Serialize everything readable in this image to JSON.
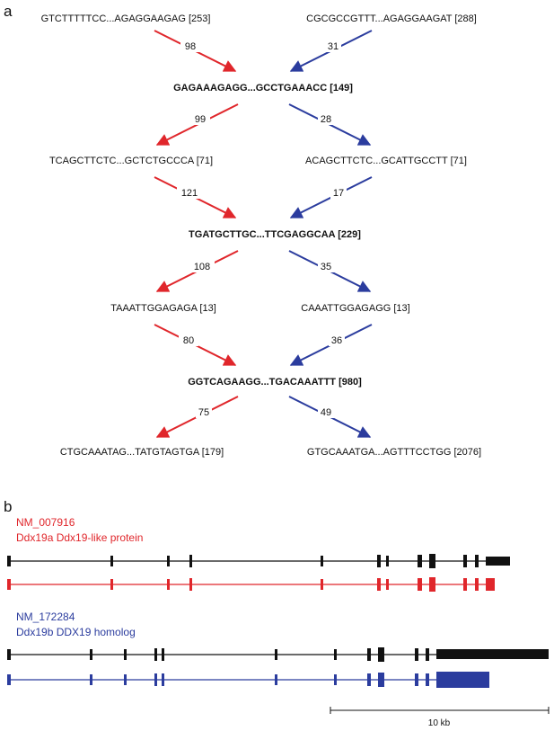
{
  "panel_a": {
    "label": "a",
    "colors": {
      "red": "#e0262b",
      "blue": "#2b3c9e"
    },
    "nodes": [
      {
        "text": "GTCTTTTTCC...AGAGGAAGAG [253]",
        "bold": false
      },
      {
        "text": "CGCGCCGTTT...AGAGGAAGAT [288]",
        "bold": false
      },
      {
        "text": "GAGAAAGAGG...GCCTGAAACC [149]",
        "bold": true
      },
      {
        "text": "TCAGCTTCTC...GCTCTGCCCA [71]",
        "bold": false
      },
      {
        "text": "ACAGCTTCTC...GCATTGCCTT [71]",
        "bold": false
      },
      {
        "text": "TGATGCTTGC...TTCGAGGCAA [229]",
        "bold": true
      },
      {
        "text": "TAAATTGGAGAGA [13]",
        "bold": false
      },
      {
        "text": "CAAATTGGAGAGG [13]",
        "bold": false
      },
      {
        "text": "GGTCAGAAGG...TGACAAATTT [980]",
        "bold": true
      },
      {
        "text": "CTGCAAATAG...TATGTAGTGA [179]",
        "bold": false
      },
      {
        "text": "GTGCAAATGA...AGTTTCCTGG [2076]",
        "bold": false
      }
    ],
    "arrows": [
      {
        "count": "98",
        "color": "red"
      },
      {
        "count": "31",
        "color": "blue"
      },
      {
        "count": "99",
        "color": "red"
      },
      {
        "count": "28",
        "color": "blue"
      },
      {
        "count": "121",
        "color": "red"
      },
      {
        "count": "17",
        "color": "blue"
      },
      {
        "count": "108",
        "color": "red"
      },
      {
        "count": "35",
        "color": "blue"
      },
      {
        "count": "80",
        "color": "red"
      },
      {
        "count": "36",
        "color": "blue"
      },
      {
        "count": "75",
        "color": "red"
      },
      {
        "count": "49",
        "color": "blue"
      }
    ]
  },
  "panel_b": {
    "label": "b",
    "transcripts": [
      {
        "accession": "NM_007916",
        "description": "Ddx19a Ddx19-like protein",
        "color": "#e0262b"
      },
      {
        "accession": "NM_172284",
        "description": "Ddx19b DDX19 homolog",
        "color": "#2b3c9e"
      }
    ],
    "scale_bar": "10 kb"
  }
}
